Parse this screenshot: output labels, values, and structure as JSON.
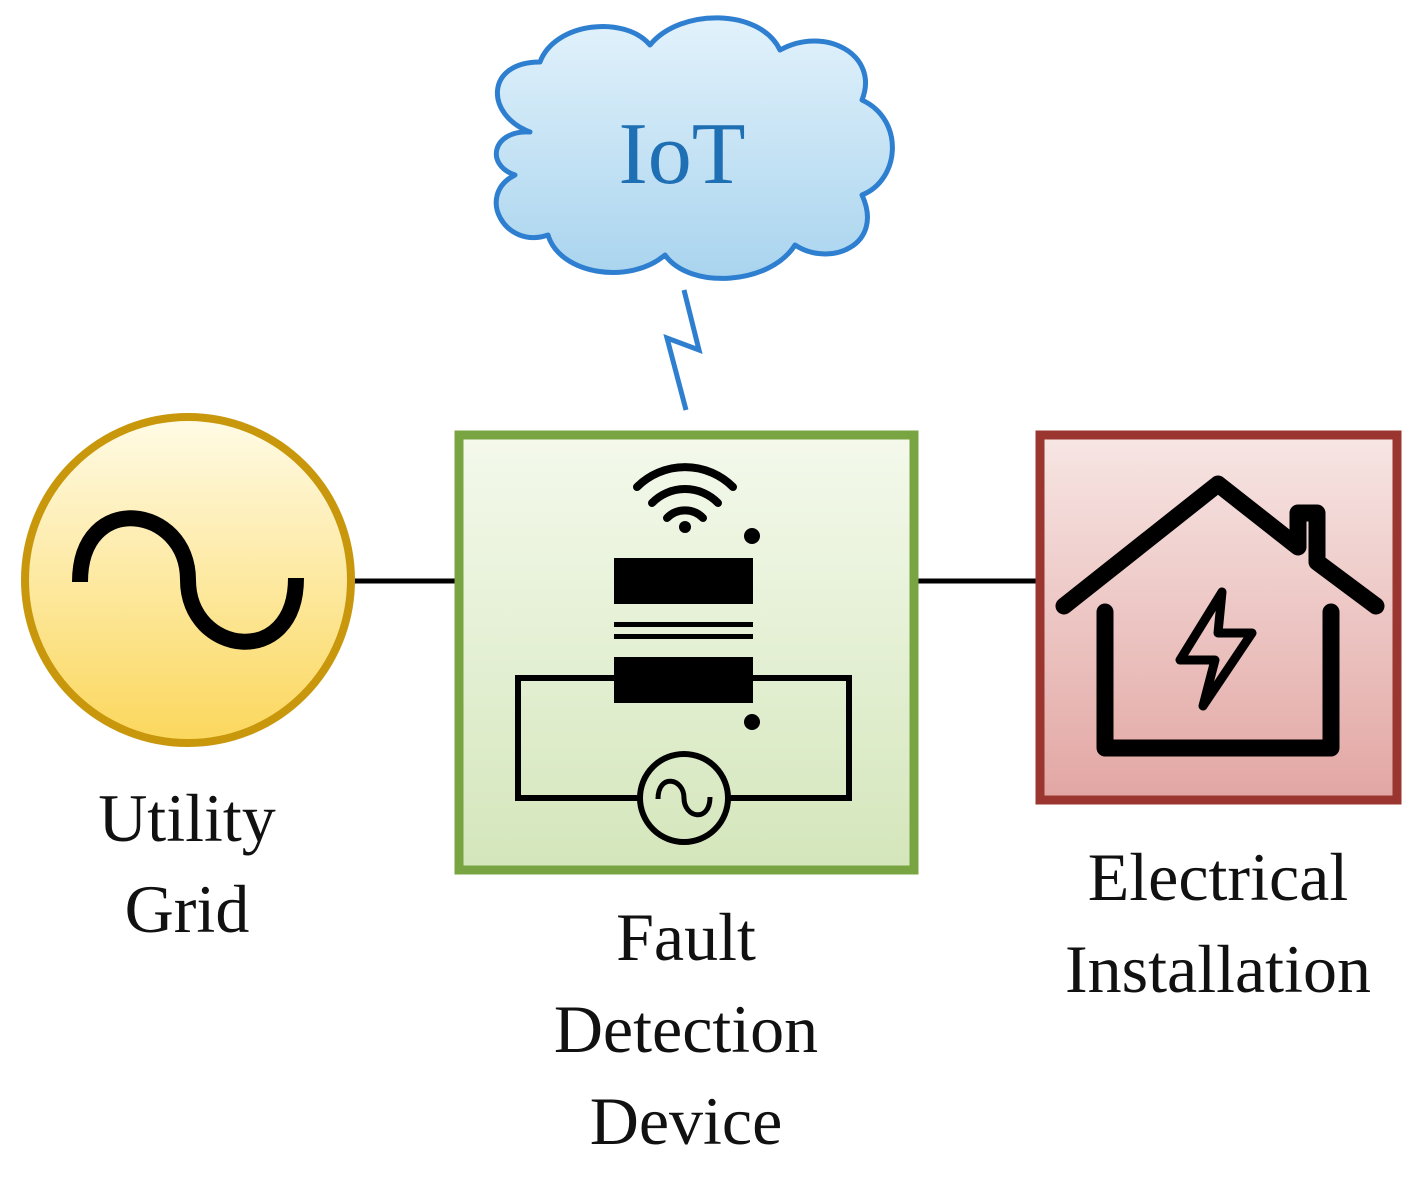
{
  "cloud": {
    "label": "IoT",
    "text_color": "#1f6fb5",
    "stroke_color": "#2e7fd0",
    "fill_top": "#e2f2fb",
    "fill_bottom": "#a9d4ee"
  },
  "utility_grid": {
    "label_line1": "Utility",
    "label_line2": "Grid",
    "stroke_color": "#c9970c",
    "fill_top": "#fffbe6",
    "fill_bottom": "#fbd75c",
    "icon": "ac-source-icon"
  },
  "fault_detection_device": {
    "label_line1": "Fault",
    "label_line2": "Detection",
    "label_line3": "Device",
    "stroke_color": "#78a442",
    "fill_top": "#f4f9ec",
    "fill_bottom": "#d4e6bb",
    "icons": [
      "wifi-icon",
      "transformer-icon",
      "ac-source-icon"
    ]
  },
  "electrical_installation": {
    "label_line1": "Electrical",
    "label_line2": "Installation",
    "stroke_color": "#9b3530",
    "fill_top": "#f7e6e4",
    "fill_bottom": "#e2a6a3",
    "icon": "house-lightning-icon"
  },
  "wireless_link": {
    "icon": "lightning-bolt-icon",
    "color": "#2e7fd0"
  }
}
